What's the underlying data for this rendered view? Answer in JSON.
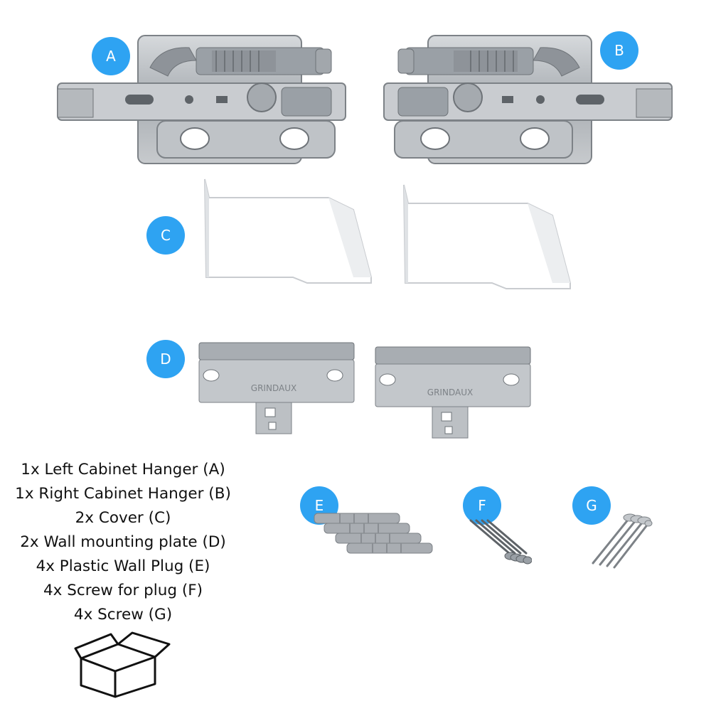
{
  "labels": {
    "a": "A",
    "b": "B",
    "c": "C",
    "d": "D",
    "e": "E",
    "f": "F",
    "g": "G"
  },
  "colors": {
    "badge": "#2ea3f2",
    "metal": "#b8bcc0",
    "cover": "#ffffff",
    "plug": "#a9adb2",
    "text": "#111111"
  },
  "brand_stamp": "GRINDAUX",
  "contents_list": [
    "1x Left Cabinet Hanger (A)",
    "1x Right Cabinet Hanger (B)",
    "2x Cover (C)",
    "2x Wall mounting plate (D)",
    "4x Plastic Wall Plug (E)",
    "4x Screw for plug (F)",
    "4x Screw (G)"
  ],
  "icons": {
    "box": "open-box-icon"
  }
}
